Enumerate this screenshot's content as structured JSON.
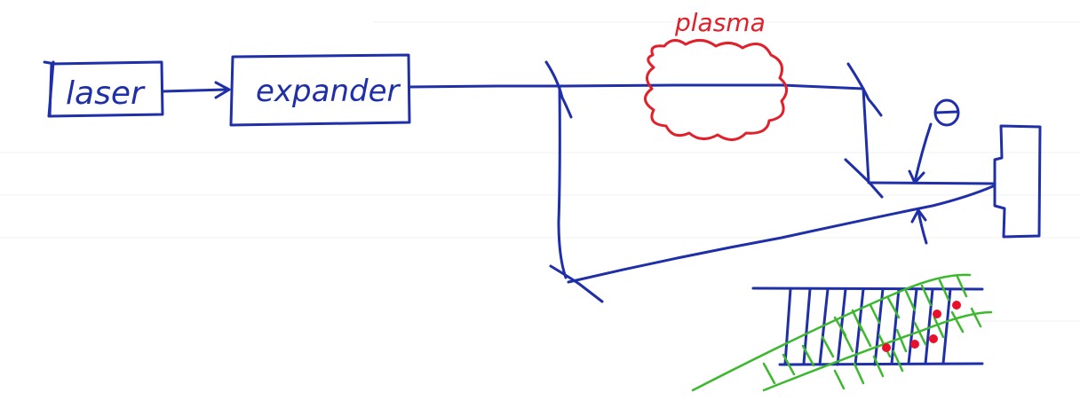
{
  "labels": {
    "laser": "laser",
    "expander": "expander",
    "plasma": "plasma",
    "angle": "θ"
  },
  "colors": {
    "ink_blue": "#1f2fa8",
    "ink_red": "#e0202a",
    "ink_green": "#3cb82e",
    "dot_red": "#e8102a"
  }
}
